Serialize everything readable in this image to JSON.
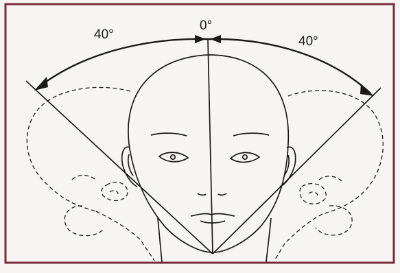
{
  "diagram": {
    "labels": {
      "left_angle": "40°",
      "center_angle": "0°",
      "right_angle": "40°"
    },
    "colors": {
      "ink": "#1a1a1a",
      "paper": "#f7f5f4",
      "frame": "#7a2b3a"
    }
  }
}
